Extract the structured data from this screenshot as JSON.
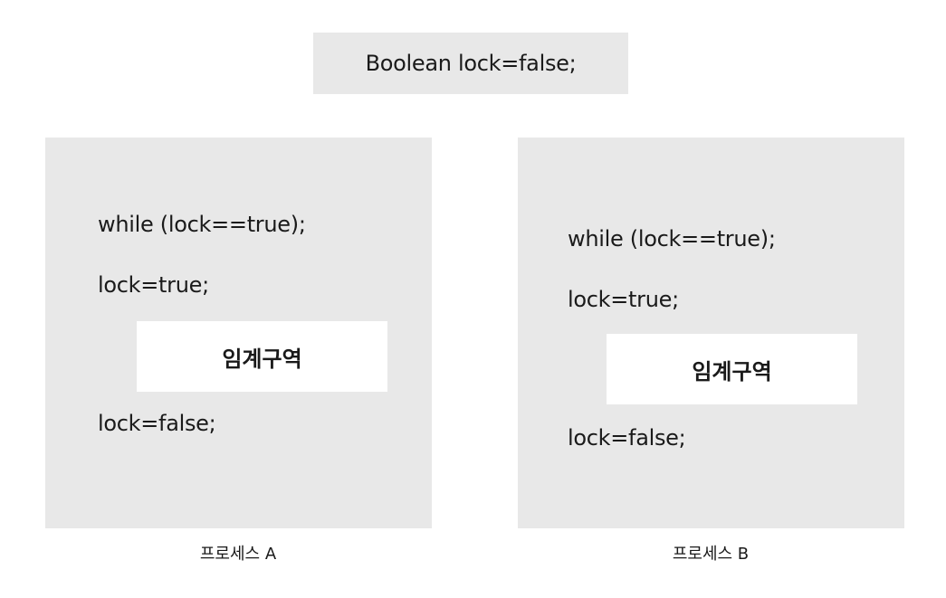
{
  "shared_variable": "Boolean lock=false;",
  "processes": [
    {
      "label": "프로세스 A",
      "lines": {
        "while": "while (lock==true);",
        "set_true": "lock=true;",
        "critical": "임계구역",
        "set_false": "lock=false;"
      }
    },
    {
      "label": "프로세스 B",
      "lines": {
        "while": "while (lock==true);",
        "set_true": "lock=true;",
        "critical": "임계구역",
        "set_false": "lock=false;"
      }
    }
  ]
}
